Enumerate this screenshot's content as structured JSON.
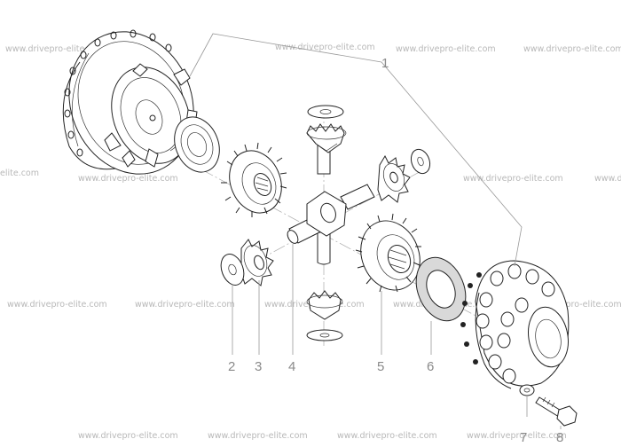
{
  "watermark": {
    "text": "www.drivepro-elite.com",
    "text_partial": "elite.com",
    "text_partial_2": "www.drivep"
  },
  "callouts": {
    "c1": "1",
    "c2": "2",
    "c3": "3",
    "c4": "4",
    "c5": "5",
    "c6": "6",
    "c7": "7",
    "c8": "8"
  }
}
